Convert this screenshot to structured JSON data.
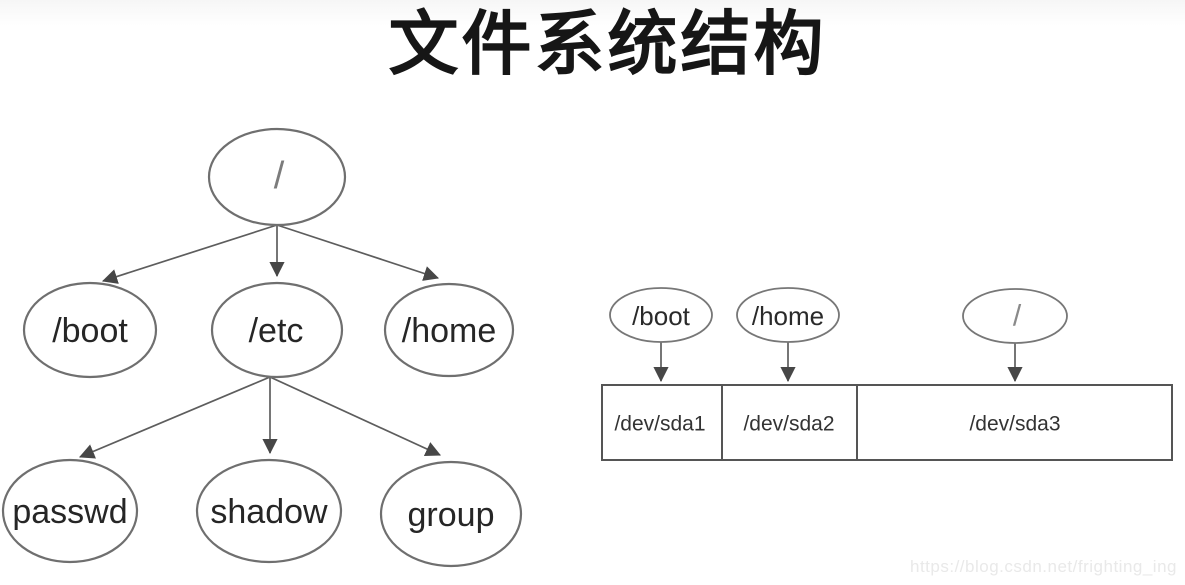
{
  "title": "文件系统结构",
  "tree": {
    "root": "/",
    "children": [
      "/boot",
      "/etc",
      "/home"
    ],
    "etc_children": [
      "passwd",
      "shadow",
      "group"
    ]
  },
  "partitions": {
    "mounts": [
      "/boot",
      "/home",
      "/"
    ],
    "devices": [
      "/dev/sda1",
      "/dev/sda2",
      "/dev/sda3"
    ]
  },
  "watermark": "https://blog.csdn.net/frighting_ing",
  "colors": {
    "node_stroke": "#6f6f6f",
    "edge": "#5d5d5d",
    "arrowhead": "#474747",
    "label": "#262626",
    "slash_gray": "#7c7c7c",
    "disk_stroke": "#555555",
    "watermark": "#e9e9e9",
    "background": "#ffffff"
  }
}
